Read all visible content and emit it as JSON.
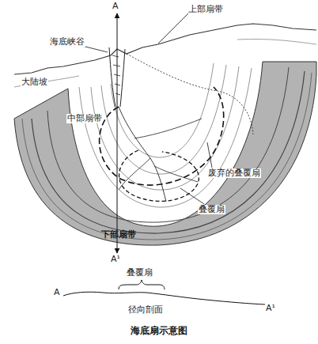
{
  "diagram": {
    "caption": "海底扇示意图",
    "labels": [
      "A",
      "上部扇带",
      "海底峡谷",
      "大陆坡",
      "中部扇带",
      "废弃的叠覆扇",
      "叠覆扇",
      "下部扇带",
      "A¹",
      "叠覆扇",
      "A",
      "A¹",
      "径向剖面"
    ]
  }
}
